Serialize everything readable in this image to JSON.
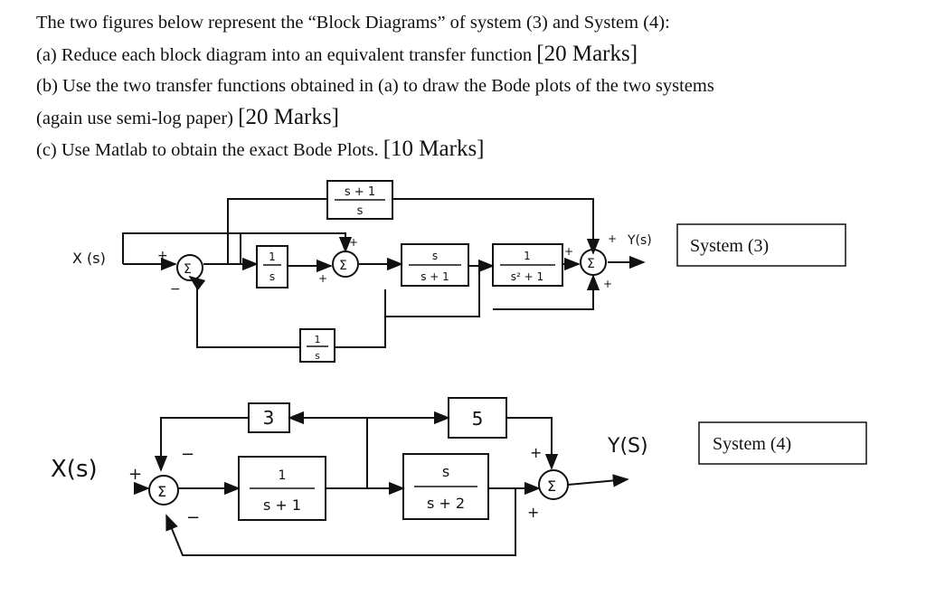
{
  "question": {
    "intro": "The two figures below represent the “Block Diagrams” of system (3) and System (4):",
    "part_a": "(a) Reduce each block diagram into an equivalent transfer function",
    "part_a_marks": "[20 Marks]",
    "part_b_1": "(b) Use the two transfer functions obtained in (a) to draw the Bode plots of the two systems",
    "part_b_2": "(again use semi-log paper)",
    "part_b_marks": "[20 Marks]",
    "part_c": "(c) Use Matlab to obtain the exact Bode Plots.",
    "part_c_marks": "[10 Marks]"
  },
  "system3": {
    "label": "System (3)",
    "input": "X (s)",
    "output": "Y(s)",
    "sum_symbol": "Σ",
    "blocks": {
      "integrator_top": "1",
      "integrator_bottom": "s",
      "feedforward_top": "s + 1",
      "feedforward_bottom": "s",
      "lead_top": "s",
      "lead_bottom": "s + 1",
      "second_top": "1",
      "second_bottom": "s² + 1",
      "feedback_top": "1",
      "feedback_bottom": "s"
    },
    "signs": {
      "sum1_top": "+",
      "sum1_bottom": "−",
      "sum2_top": "+",
      "sum2_left": "+",
      "sum3_left": "+",
      "sum3_top": "+",
      "sum3_bottom": "+"
    }
  },
  "system4": {
    "label": "System (4)",
    "input": "X(s)",
    "output": "Y(S)",
    "sum_symbol": "Σ",
    "blocks": {
      "gain_a": "3",
      "gain_b": "5",
      "first_top": "1",
      "first_bottom": "s + 1",
      "second_top": "s",
      "second_bottom": "s + 2"
    },
    "signs": {
      "sum1_left": "+",
      "sum1_top": "−",
      "sum1_bottom": "−",
      "sum2_top": "+",
      "sum2_bottom": "+"
    }
  }
}
